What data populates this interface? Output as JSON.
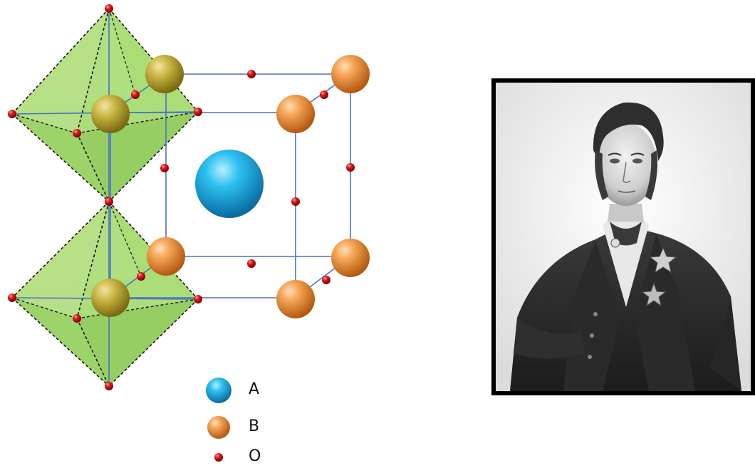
{
  "diagram": {
    "legend": [
      {
        "key": "A",
        "label": "A",
        "color": "#1fa9e0"
      },
      {
        "key": "B",
        "label": "B",
        "color": "#e88a2e"
      },
      {
        "key": "O",
        "label": "O",
        "color": "#d0141c"
      }
    ],
    "colors": {
      "octahedron_fill": "#8fd14f",
      "cell_edge": "#4a72c4",
      "dashed_edge": "#111111"
    }
  },
  "portrait": {
    "subject": "engraved-portrait-of-a-man",
    "style": "monochrome"
  }
}
